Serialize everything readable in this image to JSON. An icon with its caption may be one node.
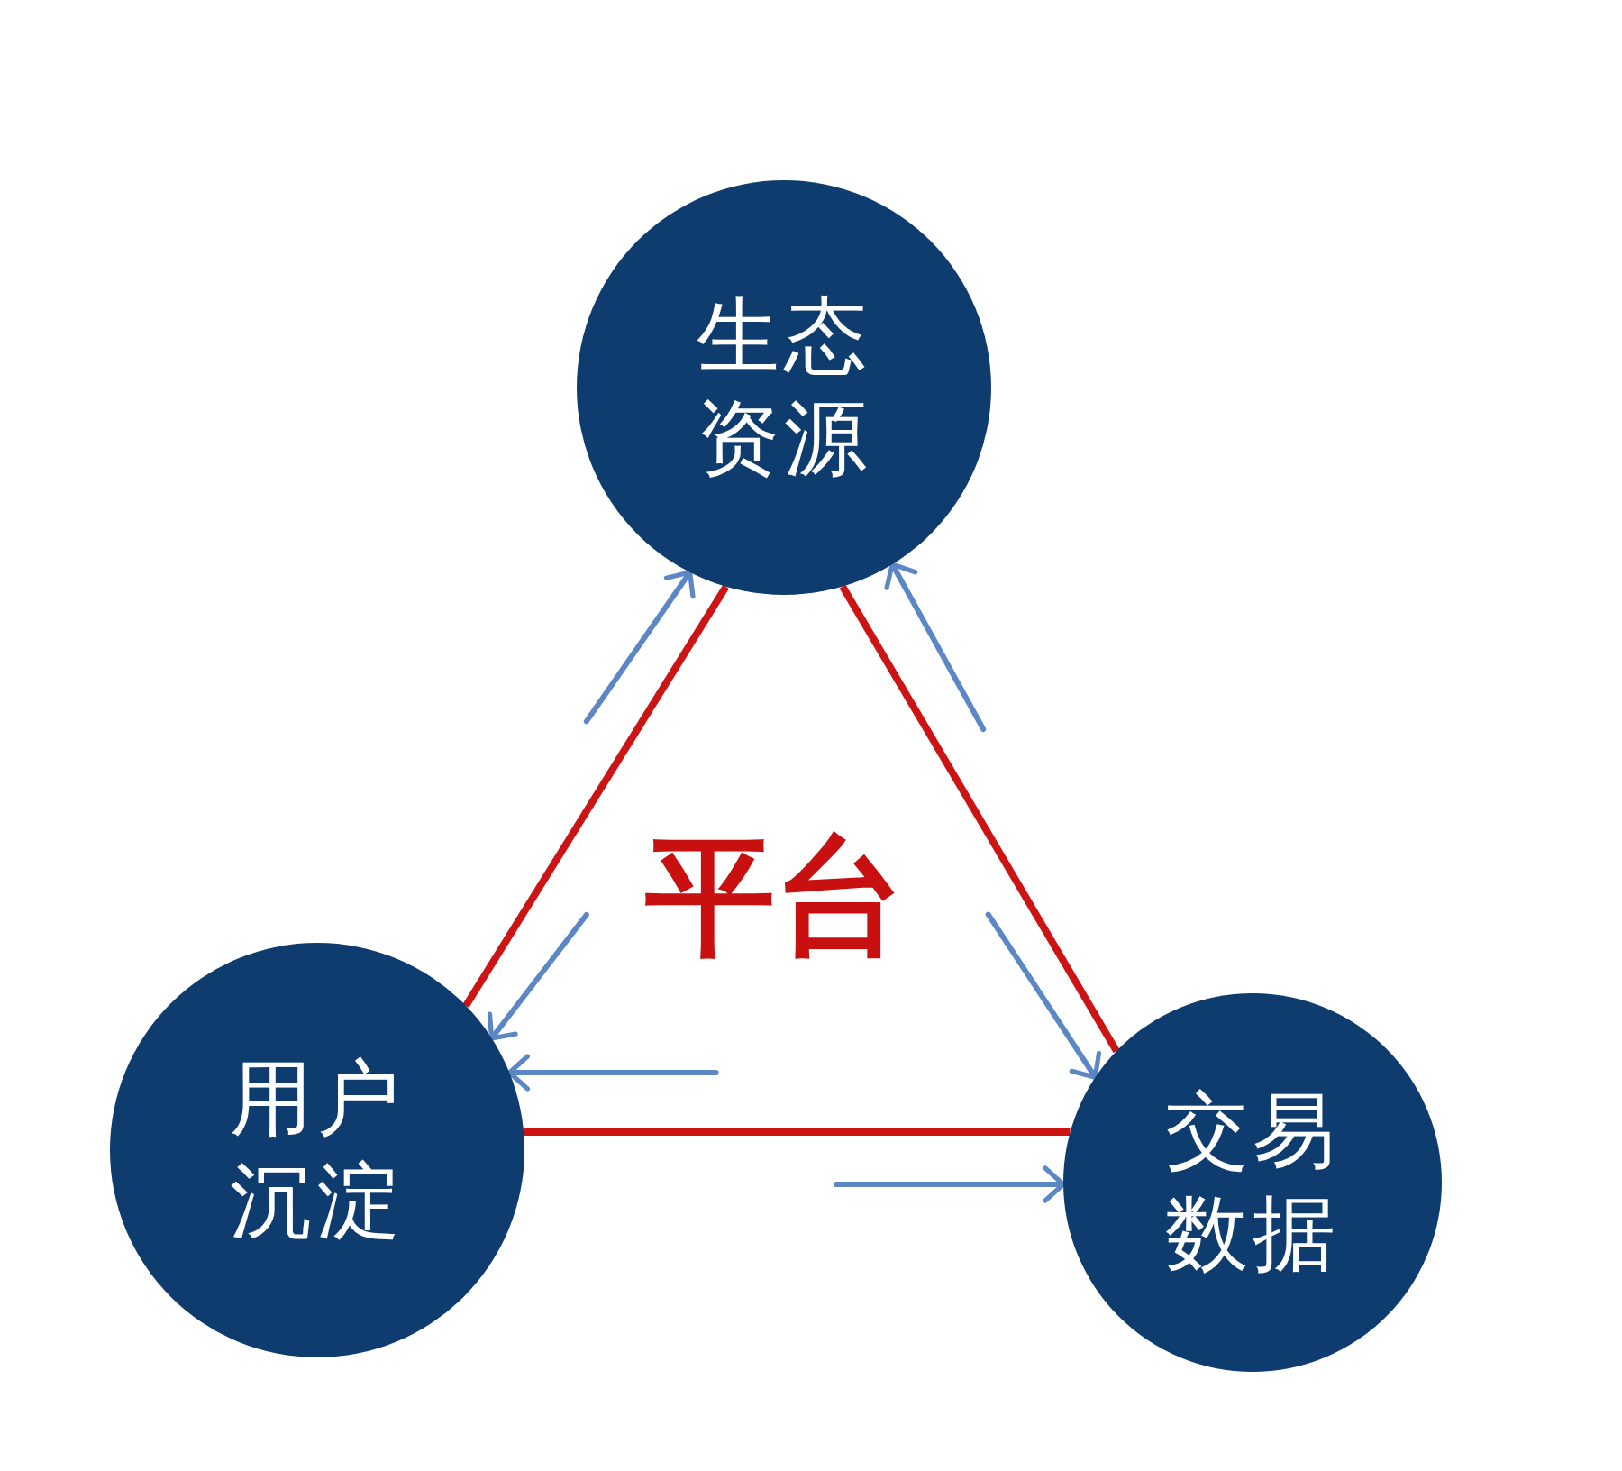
{
  "diagram": {
    "nodes": [
      {
        "text": [
          "生态资源"
        ]
      },
      {
        "text": [
          "用户沉淀"
        ]
      },
      {
        "text": [
          "交易数据"
        ]
      }
    ],
    "edges": [
      {
        "from": 0,
        "to": 1,
        "arrow": "none",
        "color": "#cc1414"
      },
      {
        "from": 0,
        "to": 2,
        "arrow": "none",
        "color": "#cc1414"
      },
      {
        "from": 1,
        "to": 2,
        "arrow": "none",
        "color": "#cc1414"
      },
      {
        "from": null,
        "to": 0,
        "arrow": "to"
      },
      {
        "from": null,
        "to": 1,
        "arrow": "to"
      },
      {
        "from": null,
        "to": 0,
        "arrow": "to"
      },
      {
        "from": null,
        "to": 2,
        "arrow": "to"
      },
      {
        "from": null,
        "to": 1,
        "arrow": "to"
      },
      {
        "from": null,
        "to": 2,
        "arrow": "to"
      }
    ],
    "labels": [
      "平台"
    ]
  }
}
